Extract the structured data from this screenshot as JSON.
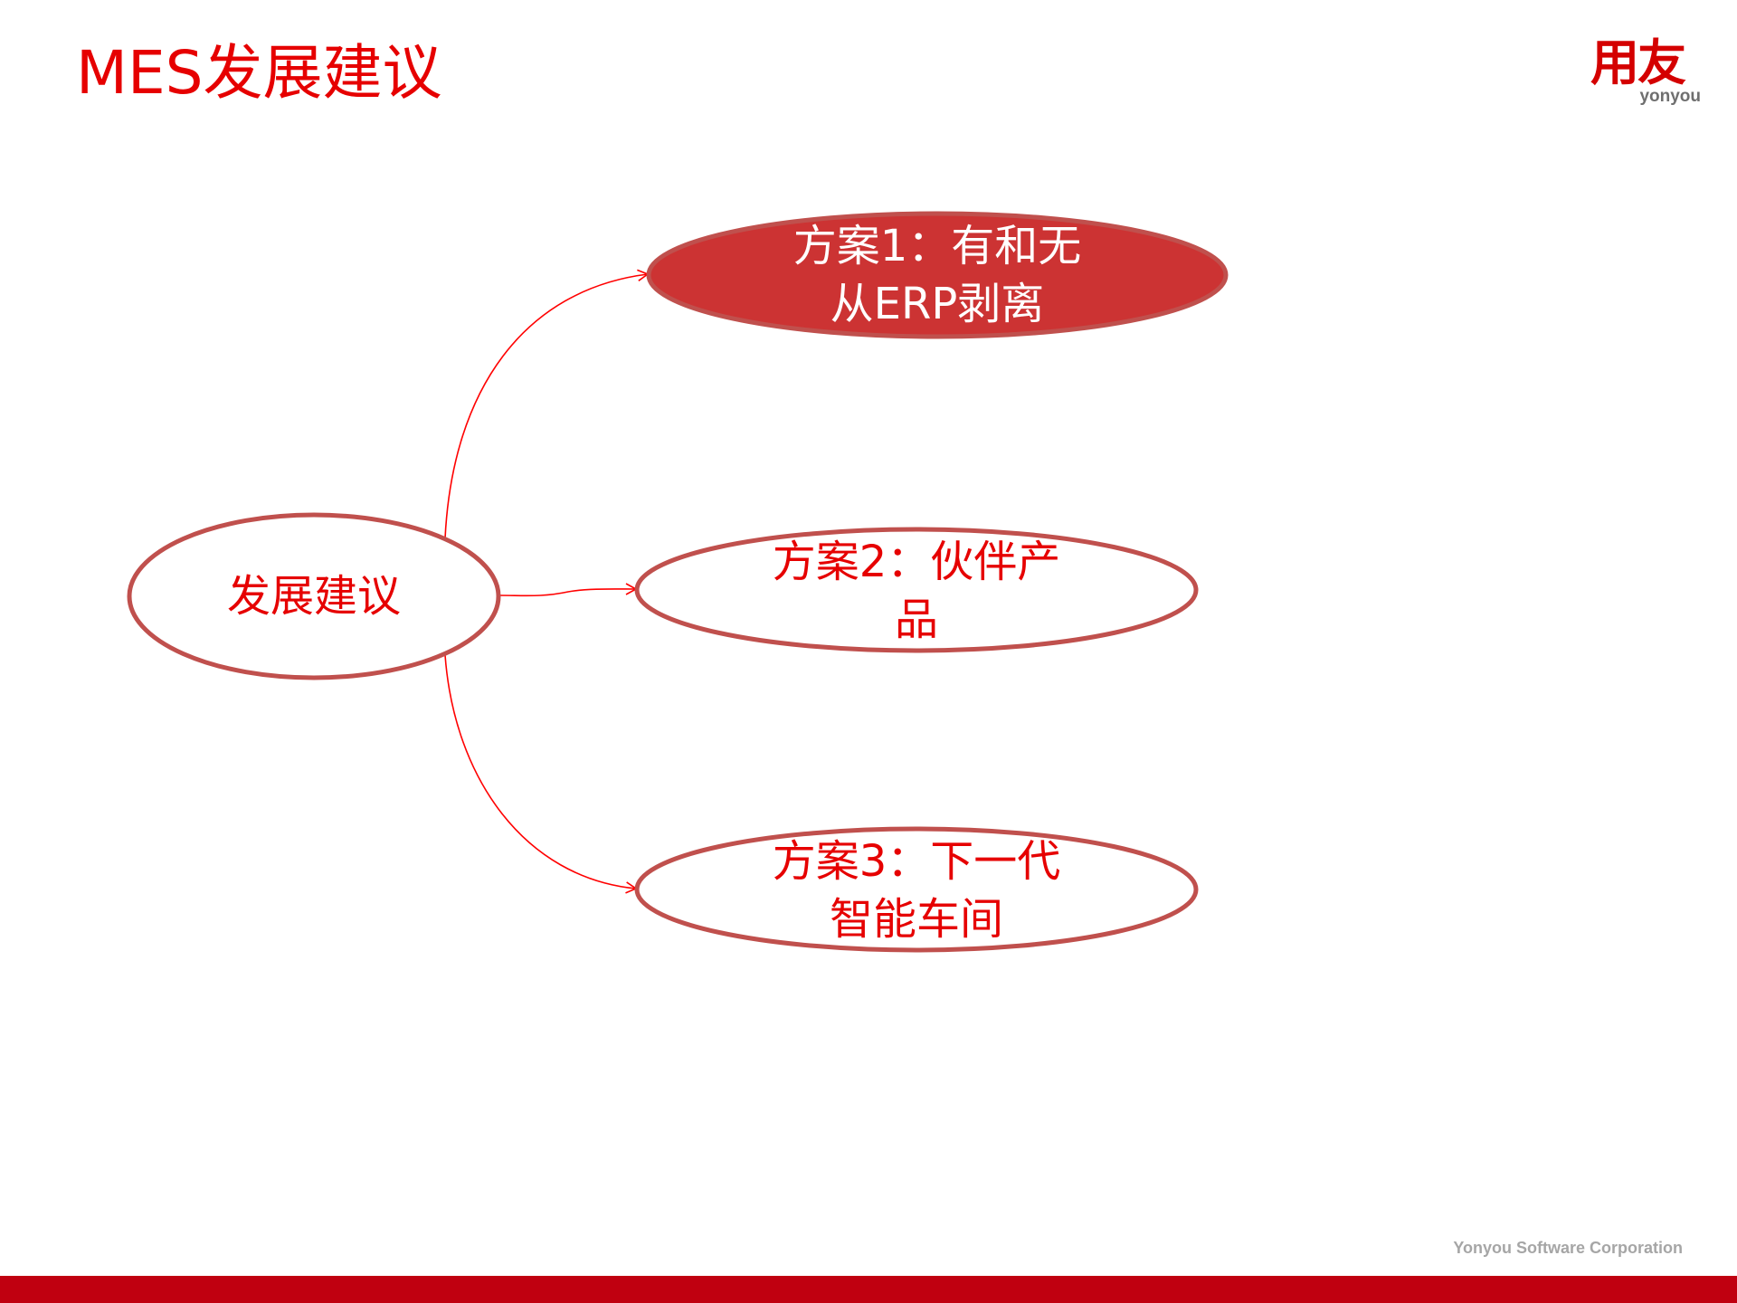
{
  "slide": {
    "title": "MES发展建议"
  },
  "logo": {
    "cn": "用友",
    "en": "yonyou"
  },
  "diagram": {
    "root": {
      "label": "发展建议"
    },
    "branches": [
      {
        "line1": "方案1：有和无",
        "line2": "从ERP剥离",
        "highlighted": true
      },
      {
        "line1": "方案2：伙伴产",
        "line2": "品",
        "highlighted": false
      },
      {
        "line1": "方案3：下一代",
        "line2": "智能车间",
        "highlighted": false
      }
    ]
  },
  "footer": {
    "company": "Yonyou Software Corporation"
  },
  "colors": {
    "title_red": "#e60000",
    "node_border": "#c0504d",
    "node_fill_highlight": "#cc3333",
    "connector": "#ff0000",
    "footer_bar": "#c00010",
    "footer_text": "#a6a6a6"
  }
}
